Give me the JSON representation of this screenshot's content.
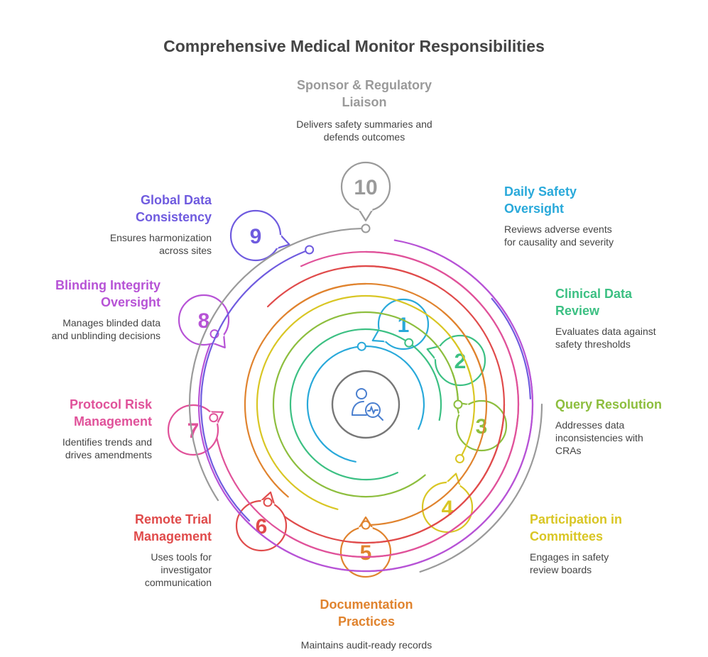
{
  "title": "Comprehensive Medical Monitor Responsibilities",
  "center_icon": "doctor-monitoring-icon",
  "steps": [
    {
      "number": "1",
      "title": "Daily Safety Oversight",
      "description": "Reviews adverse events for causality and severity",
      "color": "#29A9DA"
    },
    {
      "number": "2",
      "title": "Clinical Data Review",
      "description": "Evaluates data against safety thresholds",
      "color": "#3CC083"
    },
    {
      "number": "3",
      "title": "Query Resolution",
      "description": "Addresses data inconsistencies with CRAs",
      "color": "#8DBE3E"
    },
    {
      "number": "4",
      "title": "Participation in Committees",
      "description": "Engages in safety review boards",
      "color": "#D9C624"
    },
    {
      "number": "5",
      "title": "Documentation Practices",
      "description": "Maintains audit-ready records",
      "color": "#E0832E"
    },
    {
      "number": "6",
      "title": "Remote Trial Management",
      "description": "Uses tools for investigator communication",
      "color": "#E04B4B"
    },
    {
      "number": "7",
      "title": "Protocol Risk Management",
      "description": "Identifies trends and drives amendments",
      "color": "#E0529A"
    },
    {
      "number": "8",
      "title": "Blinding Integrity Oversight",
      "description": "Manages blinded data and unblinding decisions",
      "color": "#B753D6"
    },
    {
      "number": "9",
      "title": "Global Data Consistency",
      "description": "Ensures harmonization across sites",
      "color": "#6F5BDF"
    },
    {
      "number": "10",
      "title": "Sponsor & Regulatory Liaison",
      "description": "Delivers safety summaries and defends outcomes",
      "color": "#9A9A9A"
    }
  ]
}
